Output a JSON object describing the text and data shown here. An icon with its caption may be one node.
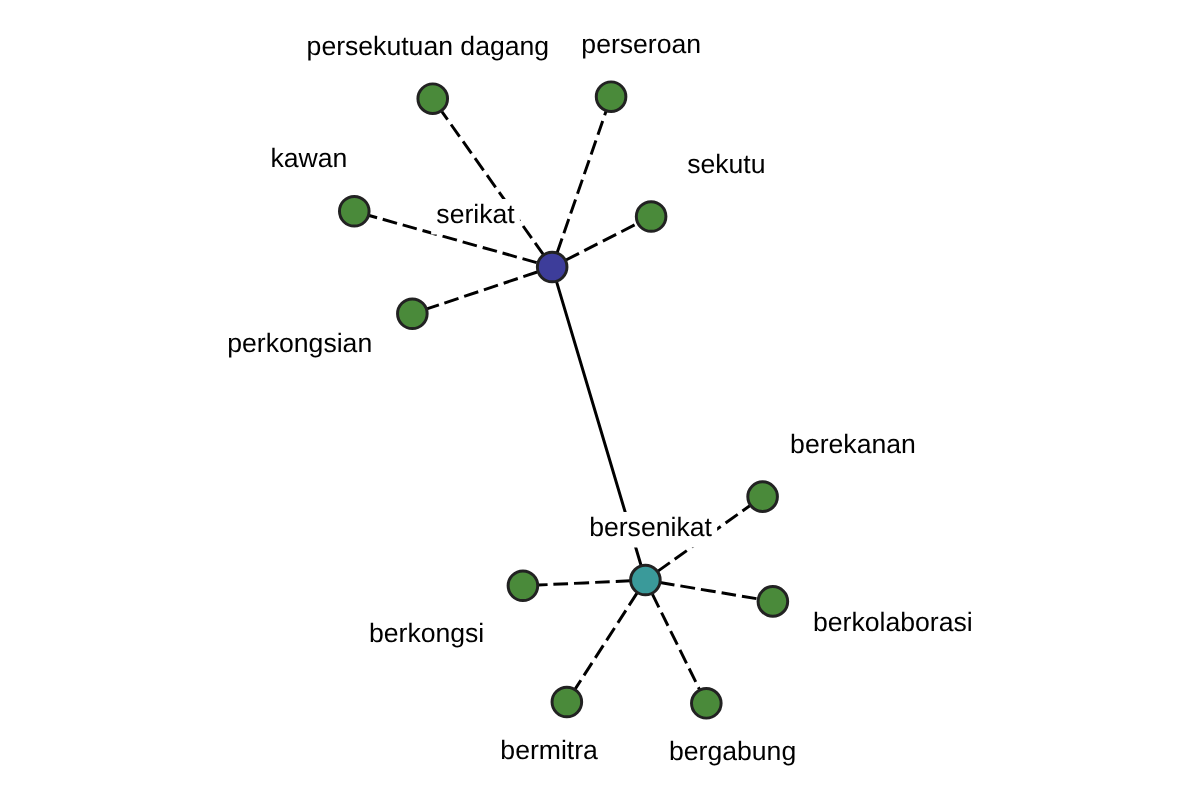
{
  "diagram": {
    "nodes": [
      {
        "text": [],
        "shape": "circle",
        "beside": [
          "bersenikat"
        ]
      },
      {
        "text": [],
        "shape": "circle",
        "beside": [
          "serikat"
        ]
      },
      {
        "text": [],
        "shape": "circle",
        "beside": [
          "berekanan"
        ]
      },
      {
        "text": [],
        "shape": "circle",
        "beside": [
          "bermitra"
        ]
      },
      {
        "text": [],
        "shape": "circle",
        "beside": [
          "bergabung"
        ]
      },
      {
        "text": [],
        "shape": "circle",
        "beside": [
          "berkongsi"
        ]
      },
      {
        "text": [],
        "shape": "circle",
        "beside": [
          "berkolaborasi"
        ]
      },
      {
        "text": [],
        "shape": "circle",
        "beside": [
          "persekutuan dagang"
        ]
      },
      {
        "text": [],
        "shape": "circle",
        "beside": [
          "sekutu"
        ]
      },
      {
        "text": [],
        "shape": "circle",
        "beside": [
          "kawan"
        ]
      },
      {
        "text": [],
        "shape": "circle",
        "beside": [
          "perkongsian"
        ]
      },
      {
        "text": [],
        "shape": "circle",
        "beside": [
          "perseroan"
        ]
      }
    ],
    "edges": [
      {
        "from": 0,
        "to": 1,
        "arrow": "none"
      },
      {
        "from": 0,
        "to": 2,
        "arrow": "none",
        "style": "dashed"
      },
      {
        "from": 0,
        "to": 3,
        "arrow": "none",
        "style": "dashed"
      },
      {
        "from": 0,
        "to": 4,
        "arrow": "none",
        "style": "dashed"
      },
      {
        "from": 0,
        "to": 5,
        "arrow": "none",
        "style": "dashed"
      },
      {
        "from": 0,
        "to": 6,
        "arrow": "none",
        "style": "dashed"
      },
      {
        "from": 1,
        "to": 7,
        "arrow": "none",
        "style": "dashed"
      },
      {
        "from": 1,
        "to": 8,
        "arrow": "none",
        "style": "dashed"
      },
      {
        "from": 1,
        "to": 9,
        "arrow": "none",
        "style": "dashed"
      },
      {
        "from": 1,
        "to": 10,
        "arrow": "none",
        "style": "dashed"
      },
      {
        "from": 1,
        "to": 11,
        "arrow": "none",
        "style": "dashed"
      }
    ]
  }
}
